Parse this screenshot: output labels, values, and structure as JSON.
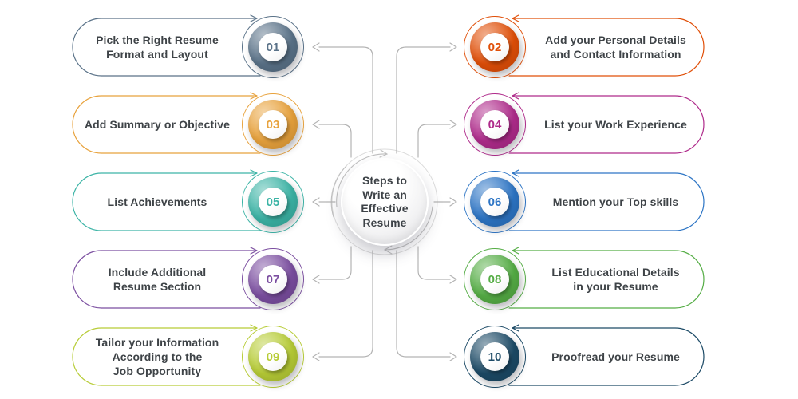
{
  "center": {
    "title": "Steps to\nWrite an\nEffective\nResume"
  },
  "steps": [
    {
      "number": "01",
      "label": "Pick the Right Resume\nFormat and Layout",
      "color": "#5a7288",
      "side": "left"
    },
    {
      "number": "02",
      "label": "Add your Personal Details\nand Contact Information",
      "color": "#e04f08",
      "side": "right"
    },
    {
      "number": "03",
      "label": "Add Summary or Objective",
      "color": "#e8a23c",
      "side": "left"
    },
    {
      "number": "04",
      "label": "List your Work Experience",
      "color": "#af2b8b",
      "side": "right"
    },
    {
      "number": "05",
      "label": "List Achievements",
      "color": "#3cb4a6",
      "side": "left"
    },
    {
      "number": "06",
      "label": "Mention your Top skills",
      "color": "#2d75c5",
      "side": "right"
    },
    {
      "number": "07",
      "label": "Include Additional\nResume Section",
      "color": "#7b4ea0",
      "side": "left"
    },
    {
      "number": "08",
      "label": "List Educational Details\nin your Resume",
      "color": "#55ad45",
      "side": "right"
    },
    {
      "number": "09",
      "label": "Tailor your Information\nAccording to the\nJob Opportunity",
      "color": "#b7cc36",
      "side": "left"
    },
    {
      "number": "10",
      "label": "Proofread your Resume",
      "color": "#1c4a66",
      "side": "right"
    }
  ],
  "colors": {
    "connector": "#b3b3b3",
    "center_arc": "#c0c0c0",
    "outer_ring": "#dcdcdc",
    "label_text": "#3e4347"
  }
}
